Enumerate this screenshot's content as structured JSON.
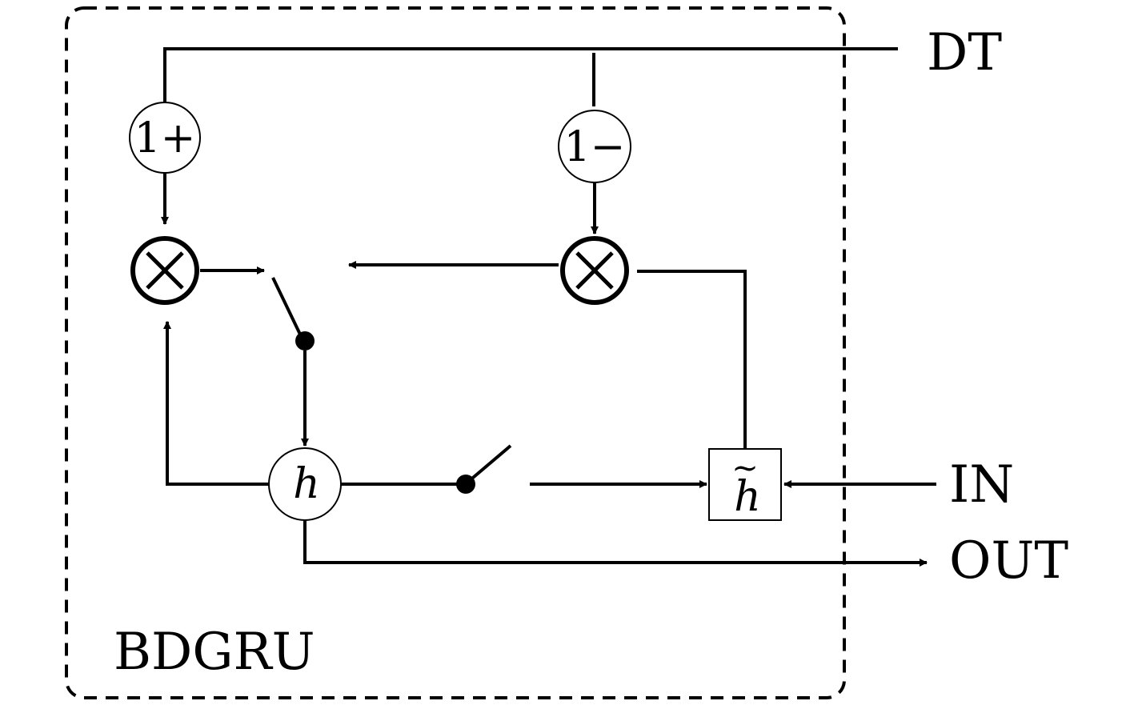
{
  "diagram": {
    "block_label": "BDGRU",
    "ports": {
      "dt": "DT",
      "in": "IN",
      "out": "OUT"
    },
    "nodes": {
      "one_plus": "1+",
      "one_minus": "1−",
      "hidden": "h",
      "candidate": "h",
      "candidate_accent": "~"
    },
    "colors": {
      "stroke": "#000000",
      "background": "#ffffff"
    }
  }
}
